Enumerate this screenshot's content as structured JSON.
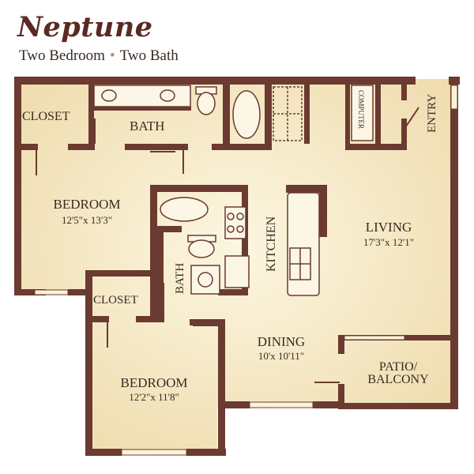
{
  "header": {
    "title": "Neptune",
    "subtitle_part1": "Two Bedroom",
    "subtitle_separator": "•",
    "subtitle_part2": "Two Bath"
  },
  "rooms": {
    "closet_top": {
      "name": "CLOSET"
    },
    "bath_top": {
      "name": "BATH"
    },
    "computer": {
      "name": "COMPUTER"
    },
    "entry": {
      "name": "ENTRY"
    },
    "bedroom_top": {
      "name": "BEDROOM",
      "dims": "12'5\"x 13'3\""
    },
    "kitchen": {
      "name": "KITCHEN"
    },
    "living": {
      "name": "LIVING",
      "dims": "17'3\"x 12'1\""
    },
    "bath_mid": {
      "name": "BATH"
    },
    "closet_bottom": {
      "name": "CLOSET"
    },
    "dining": {
      "name": "DINING",
      "dims": "10'x 10'11\""
    },
    "patio": {
      "name_line1": "PATIO/",
      "name_line2": "BALCONY"
    },
    "bedroom_bottom": {
      "name": "BEDROOM",
      "dims": "12'2\"x 11'8\""
    }
  },
  "colors": {
    "wall": "#6b3a30",
    "floor_light": "#fbf3d8",
    "floor_dark": "#efdcae",
    "fixture_fill": "#fbf6e6",
    "title": "#5a2a22"
  }
}
